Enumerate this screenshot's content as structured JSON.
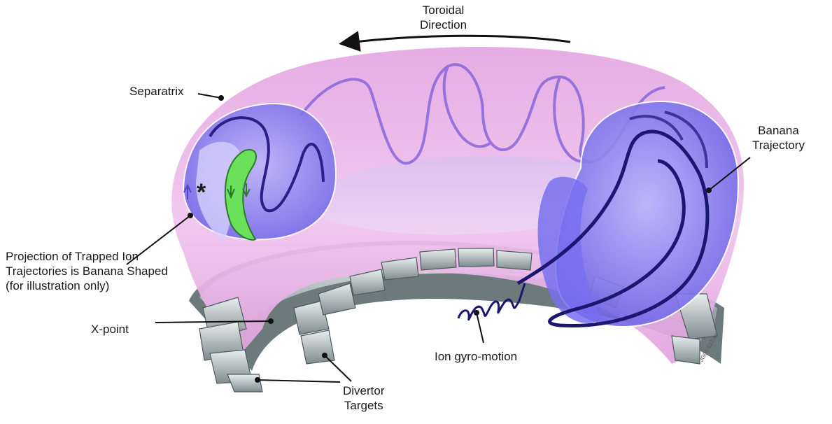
{
  "labels": {
    "toroidal": [
      "Toroidal",
      "Direction"
    ],
    "separatrix": "Separatrix",
    "banana_trajectory": [
      "Banana",
      "Trajectory"
    ],
    "projection": [
      "Projection of Trapped Ion",
      "Trajectories is Banana Shaped",
      "(for illustration only)"
    ],
    "xpoint": "X-point",
    "gyro": "Ion gyro-motion",
    "divertor": [
      "Divertor",
      "Targets"
    ],
    "code": "JG05.537-4c",
    "asterisk": "*"
  },
  "colors": {
    "torus_pink": "#e9b6e6",
    "plasma_blue": "#7f78f0",
    "trajectory": "#2a1f86",
    "banana_green": "#6be05a",
    "divertor_gray": "#9aa6a8"
  }
}
